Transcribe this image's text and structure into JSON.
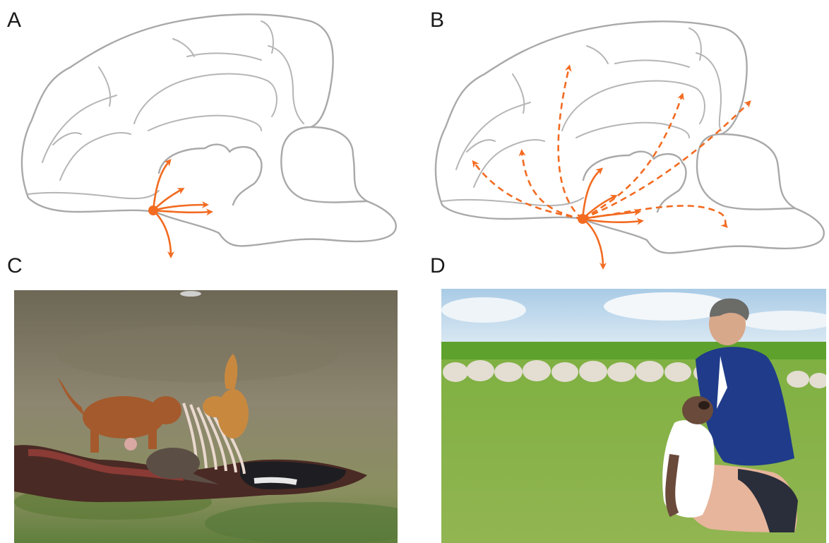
{
  "panels": {
    "a": {
      "label": "A"
    },
    "b": {
      "label": "B"
    },
    "c": {
      "label": "C"
    },
    "d": {
      "label": "D"
    }
  },
  "colors": {
    "brain_outline": "#a9a9a9",
    "sulcus": "#b5b5b5",
    "arrow": "#f26b21"
  }
}
